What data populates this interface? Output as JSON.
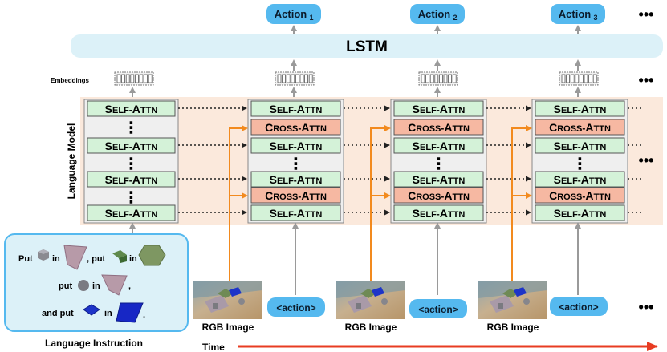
{
  "header": {
    "actions": [
      {
        "label": "Action",
        "sub": "1"
      },
      {
        "label": "Action",
        "sub": "2"
      },
      {
        "label": "Action",
        "sub": "3"
      }
    ],
    "ellipsis": "•••"
  },
  "lstm": {
    "label": "LSTM"
  },
  "embeddings": {
    "label": "Embeddings"
  },
  "language_model": {
    "label": "Language Model",
    "self_attn": "Self-Attn",
    "cross_attn": "Cross-Attn",
    "vdots": "⋮"
  },
  "inputs": {
    "rgb_label": "RGB Image",
    "action_token": "<action>"
  },
  "instruction": {
    "line1_a": "Put",
    "line1_b": "in",
    "line1_c": ", put",
    "line1_d": "in",
    "line2_a": "put",
    "line2_b": "in",
    "line2_c": ",",
    "line3_a": "and put",
    "line3_b": "in",
    "line3_c": ".",
    "caption": "Language Instruction"
  },
  "time": {
    "label": "Time"
  },
  "colors": {
    "action_box": "#55b9ef",
    "lstm_box": "#dcf1f8",
    "lm_band": "#fbe9dc",
    "self_attn": "#d4f2d8",
    "cross_attn": "#f6b8a2",
    "orange_arrow": "#f28a1e",
    "time_arrow": "#e83c22"
  }
}
